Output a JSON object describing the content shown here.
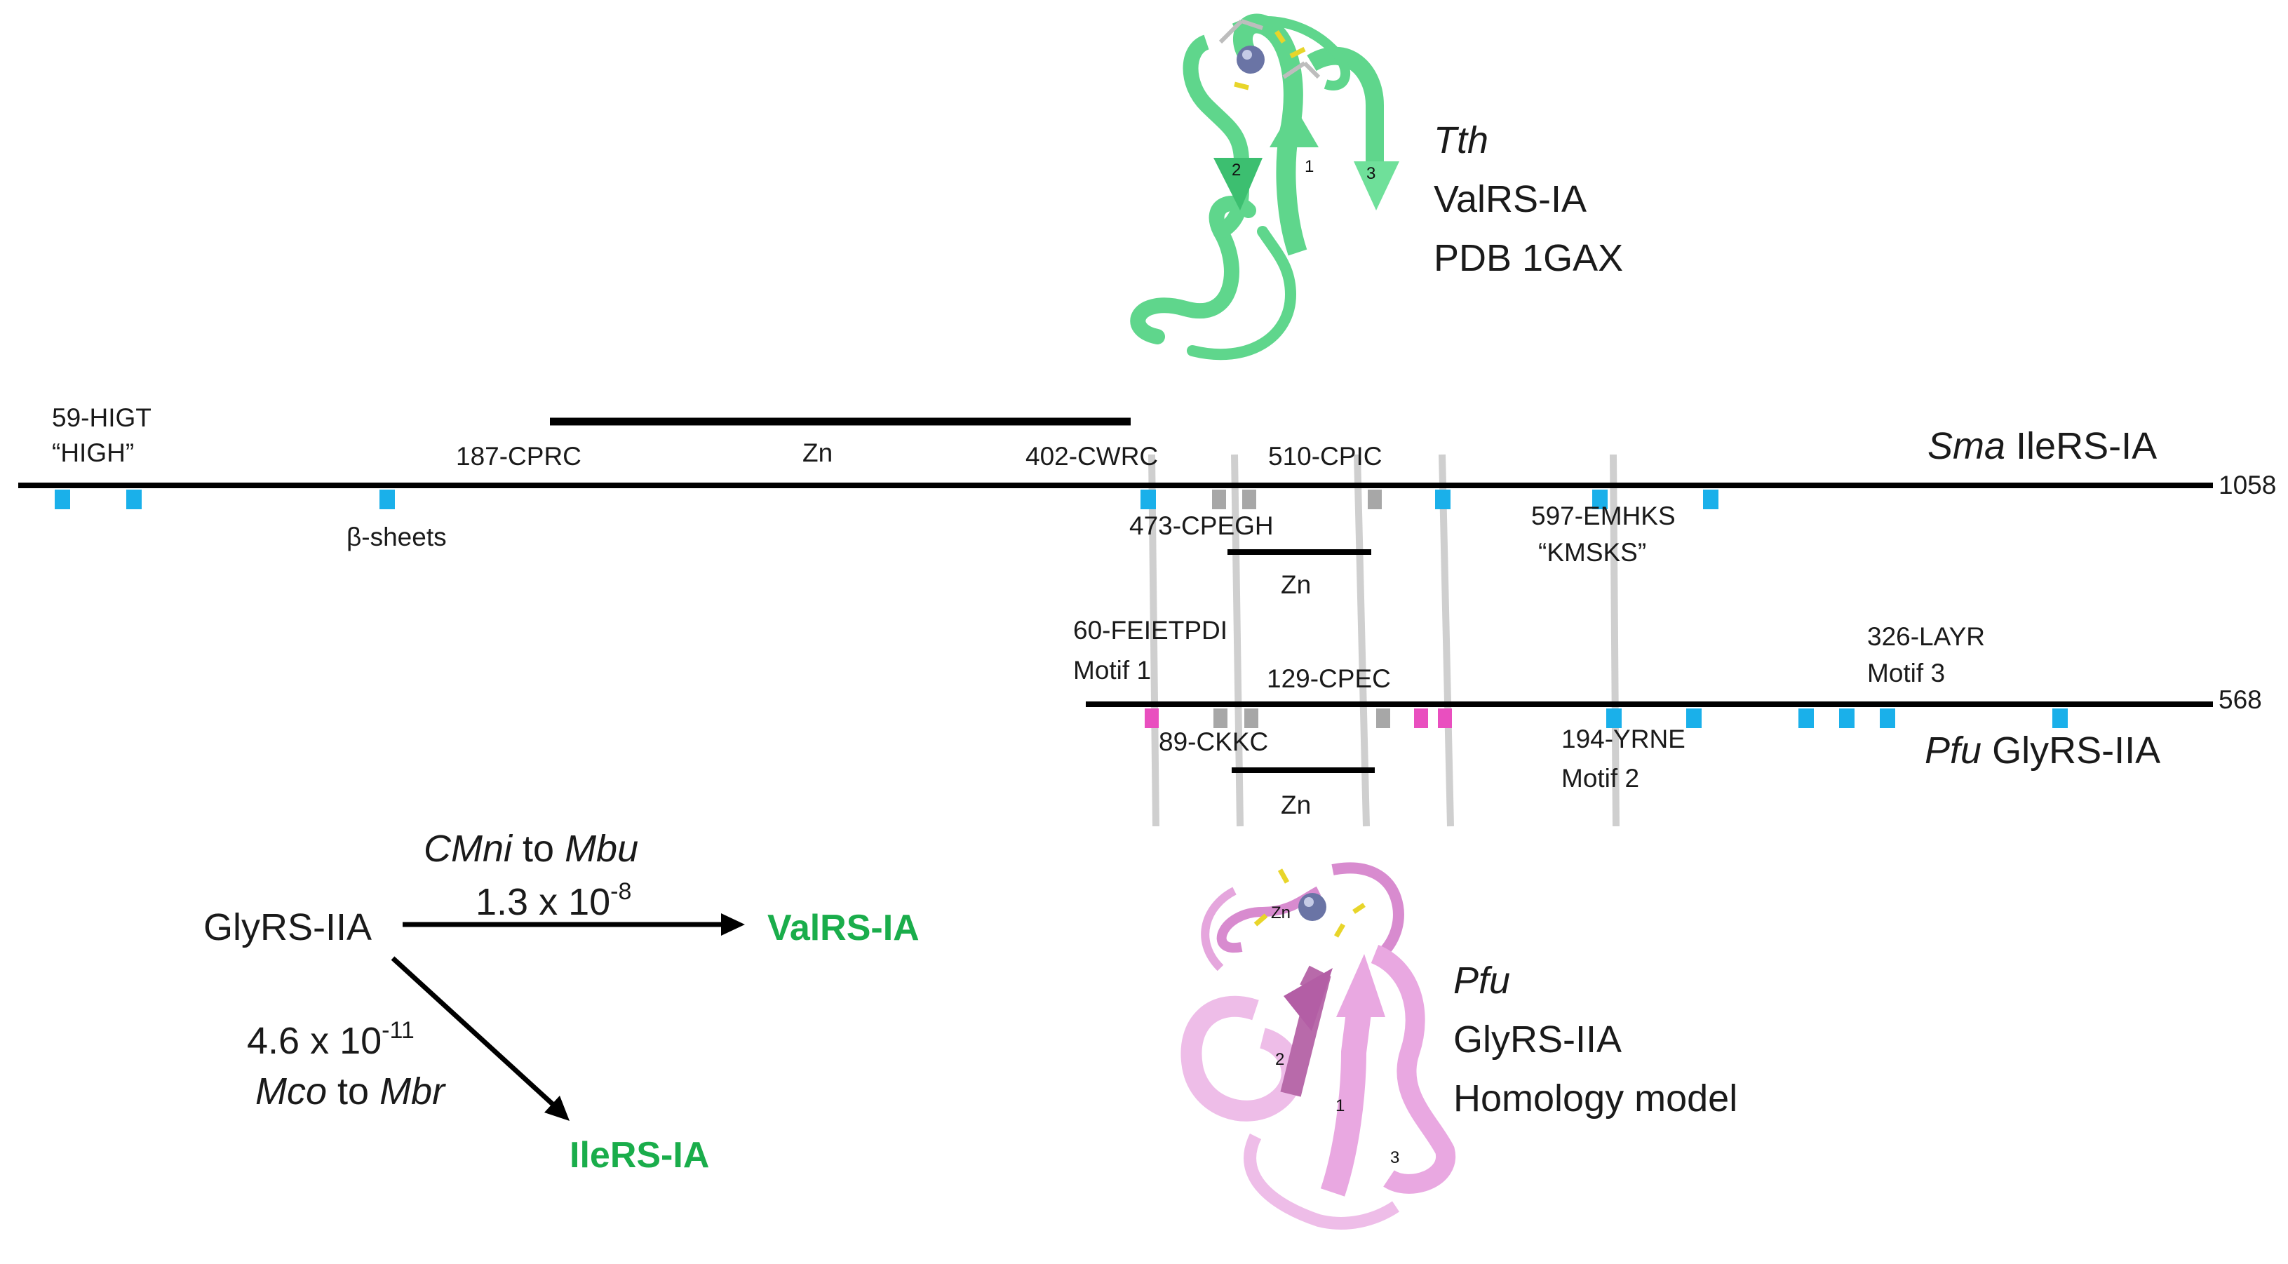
{
  "colors": {
    "line": "#000000",
    "cyan_marker": "#1ab0ea",
    "pink_marker": "#e94fbf",
    "gray_marker": "#a7a7a7",
    "connector": "#cfcfcf",
    "tth_structure": "#5fd68c",
    "pfu_structure": "#e5a6dd",
    "accent_green": "#1aad4b"
  },
  "top_structure": {
    "org": "Tth",
    "enzyme": "ValRS-IA",
    "pdb": "PDB 1GAX",
    "strand_labels": [
      "2",
      "1",
      "3"
    ]
  },
  "sma": {
    "org": "Sma",
    "enzyme": " IleRS-IA",
    "length": "1058",
    "labels": {
      "higt": "59-HIGT",
      "high": "“HIGH”",
      "cprc": "187-CPRC",
      "zn_main": "Zn",
      "cwrc": "402-CWRC",
      "cpic": "510-CPIC",
      "beta_sheets": "β-sheets",
      "cpegh": "473-CPEGH",
      "zn_sub": "Zn",
      "emhks": "597-EMHKS",
      "kmsks": "“KMSKS”"
    }
  },
  "pfu": {
    "org": "Pfu",
    "enzyme": " GlyRS-IIA",
    "length": "568",
    "labels": {
      "feietpdi": "60-FEIETPDI",
      "motif1": "Motif 1",
      "cpec": "129-CPEC",
      "layr": "326-LAYR",
      "motif3": "Motif 3",
      "ckkc": "89-CKKC",
      "yrne": "194-YRNE",
      "motif2": "Motif 2",
      "zn": "Zn"
    }
  },
  "evolution": {
    "source": "GlyRS-IIA",
    "top_route_a": "CMni",
    "top_route_mid": " to ",
    "top_route_b": "Mbu",
    "top_pvalue_base": "1.3 x 10",
    "top_pvalue_exp": "-8",
    "top_target": "ValRS-IA",
    "bottom_pvalue_base": "4.6 x 10",
    "bottom_pvalue_exp": "-11",
    "bottom_route_a": "Mco",
    "bottom_route_mid": " to ",
    "bottom_route_b": "Mbr",
    "bottom_target": "IleRS-IA"
  },
  "bottom_structure": {
    "org": "Pfu",
    "enzyme": "GlyRS-IIA",
    "model": "Homology model",
    "zn_label": "Zn",
    "strand_labels": [
      "2",
      "1",
      "3"
    ]
  }
}
